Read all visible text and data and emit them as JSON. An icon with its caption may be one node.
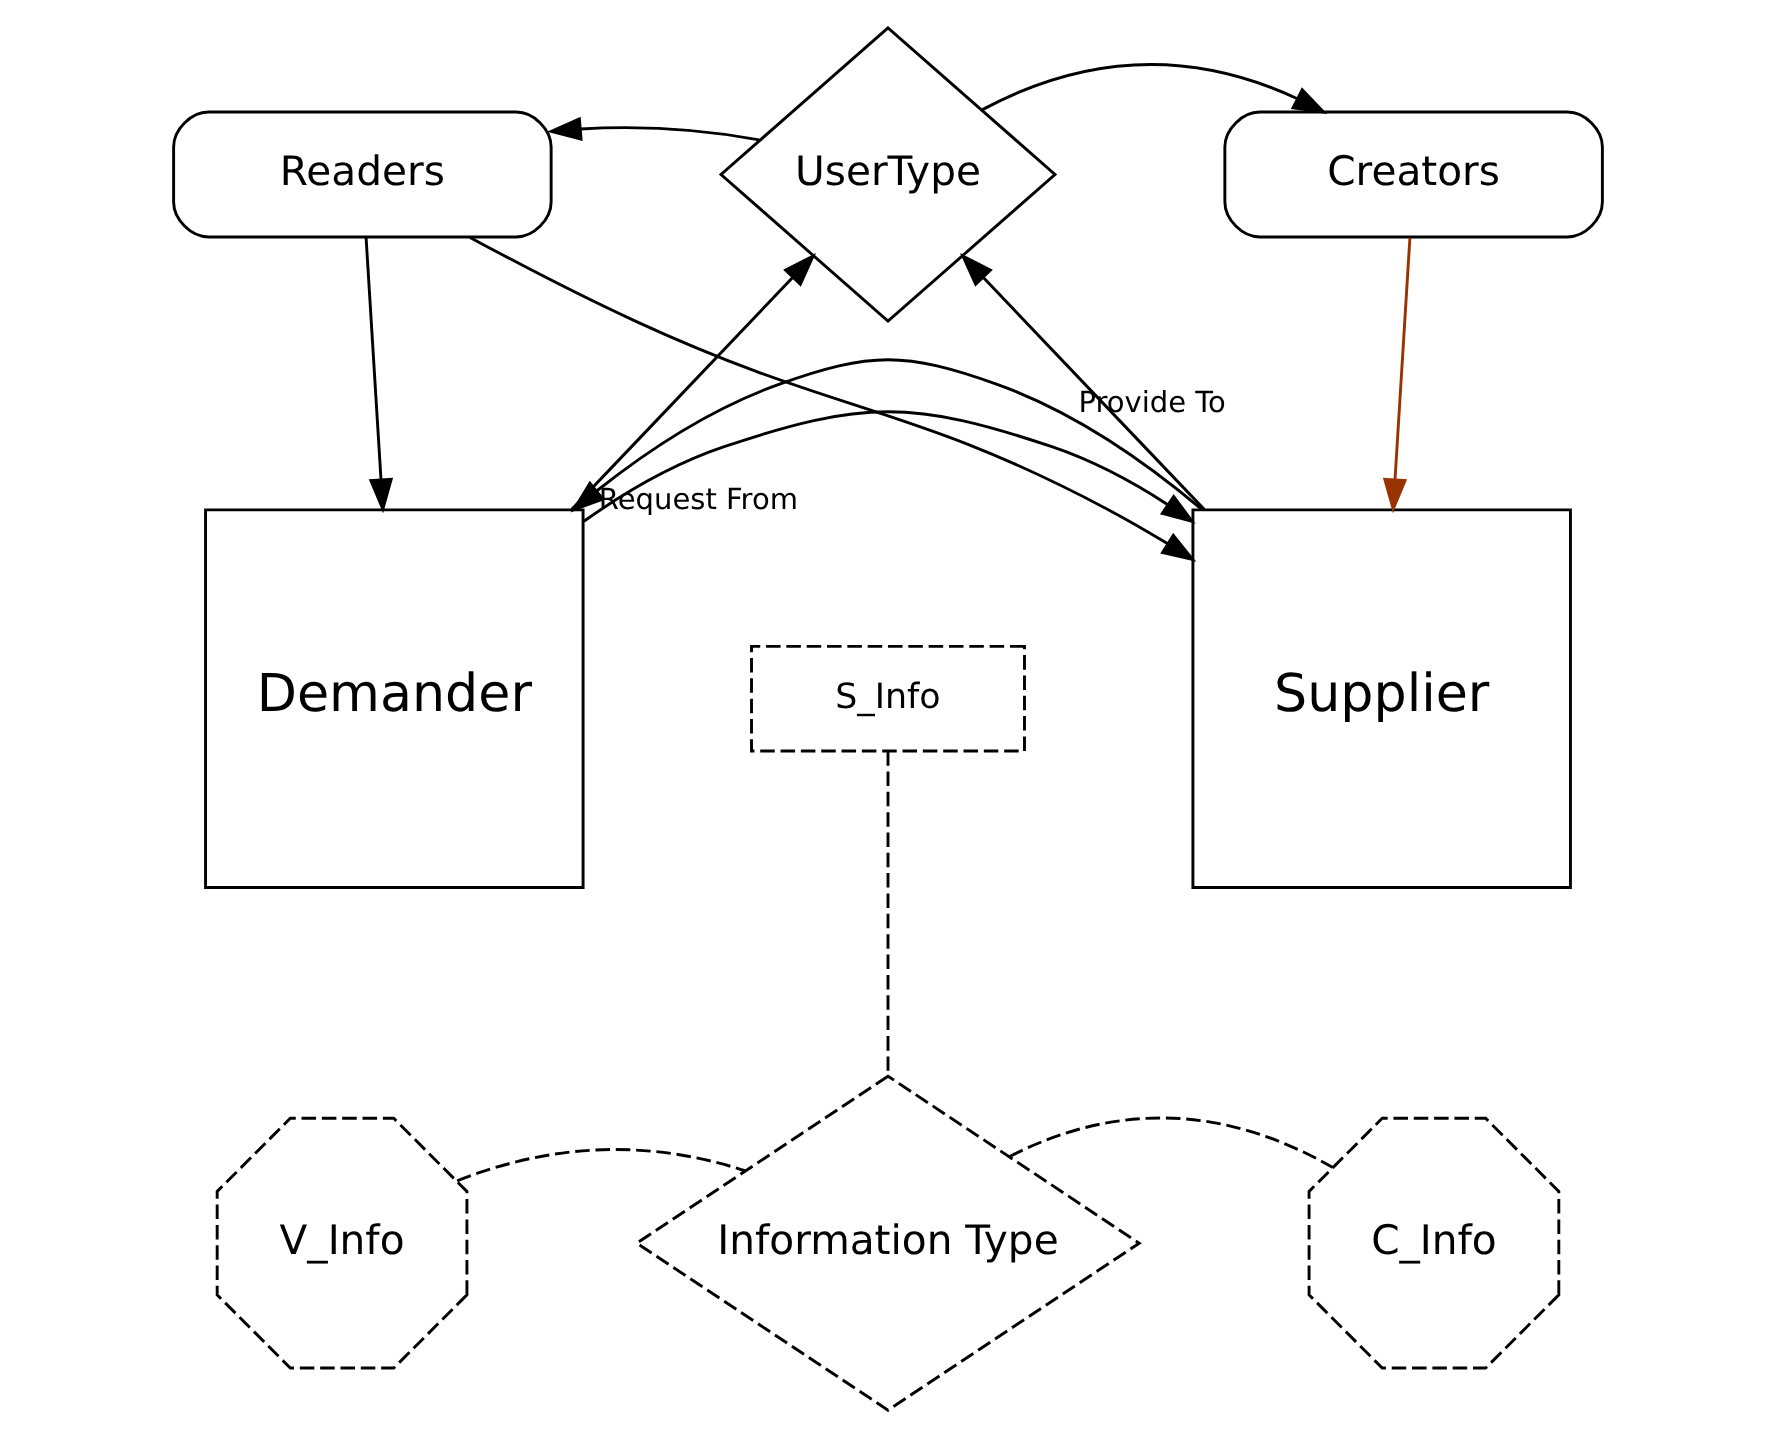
{
  "diagram": {
    "nodes": [
      {
        "text": [
          "Readers"
        ]
      },
      {
        "text": [
          "UserType"
        ]
      },
      {
        "text": [
          "Creators"
        ]
      },
      {
        "text": [
          "Demander"
        ]
      },
      {
        "text": [
          "S_Info"
        ]
      },
      {
        "text": [
          "Supplier"
        ]
      },
      {
        "text": [
          "V_Info"
        ]
      },
      {
        "text": [
          "Information Type"
        ]
      },
      {
        "text": [
          "C_Info"
        ]
      }
    ],
    "edges": [
      {
        "from": 1,
        "to": 0,
        "arrow": "to"
      },
      {
        "from": 1,
        "to": 2,
        "arrow": "to"
      },
      {
        "from": 0,
        "to": 5,
        "arrow": "to"
      },
      {
        "from": 0,
        "to": 3,
        "arrow": "to"
      },
      {
        "from": 2,
        "to": 5,
        "arrow": "to",
        "color": "#993300"
      },
      {
        "from": 3,
        "to": 1,
        "arrow": "to"
      },
      {
        "from": 5,
        "to": 1,
        "arrow": "to"
      },
      {
        "from": 3,
        "to": 5,
        "arrow": "to",
        "label": "Request From"
      },
      {
        "from": 5,
        "to": 3,
        "arrow": "to",
        "label": "Provide To"
      },
      {
        "from": 4,
        "to": 7,
        "arrow": "none",
        "style": "dashed"
      },
      {
        "from": 6,
        "to": 7,
        "arrow": "none",
        "style": "dashed"
      },
      {
        "from": 7,
        "to": 8,
        "arrow": "none",
        "style": "dashed"
      }
    ]
  }
}
